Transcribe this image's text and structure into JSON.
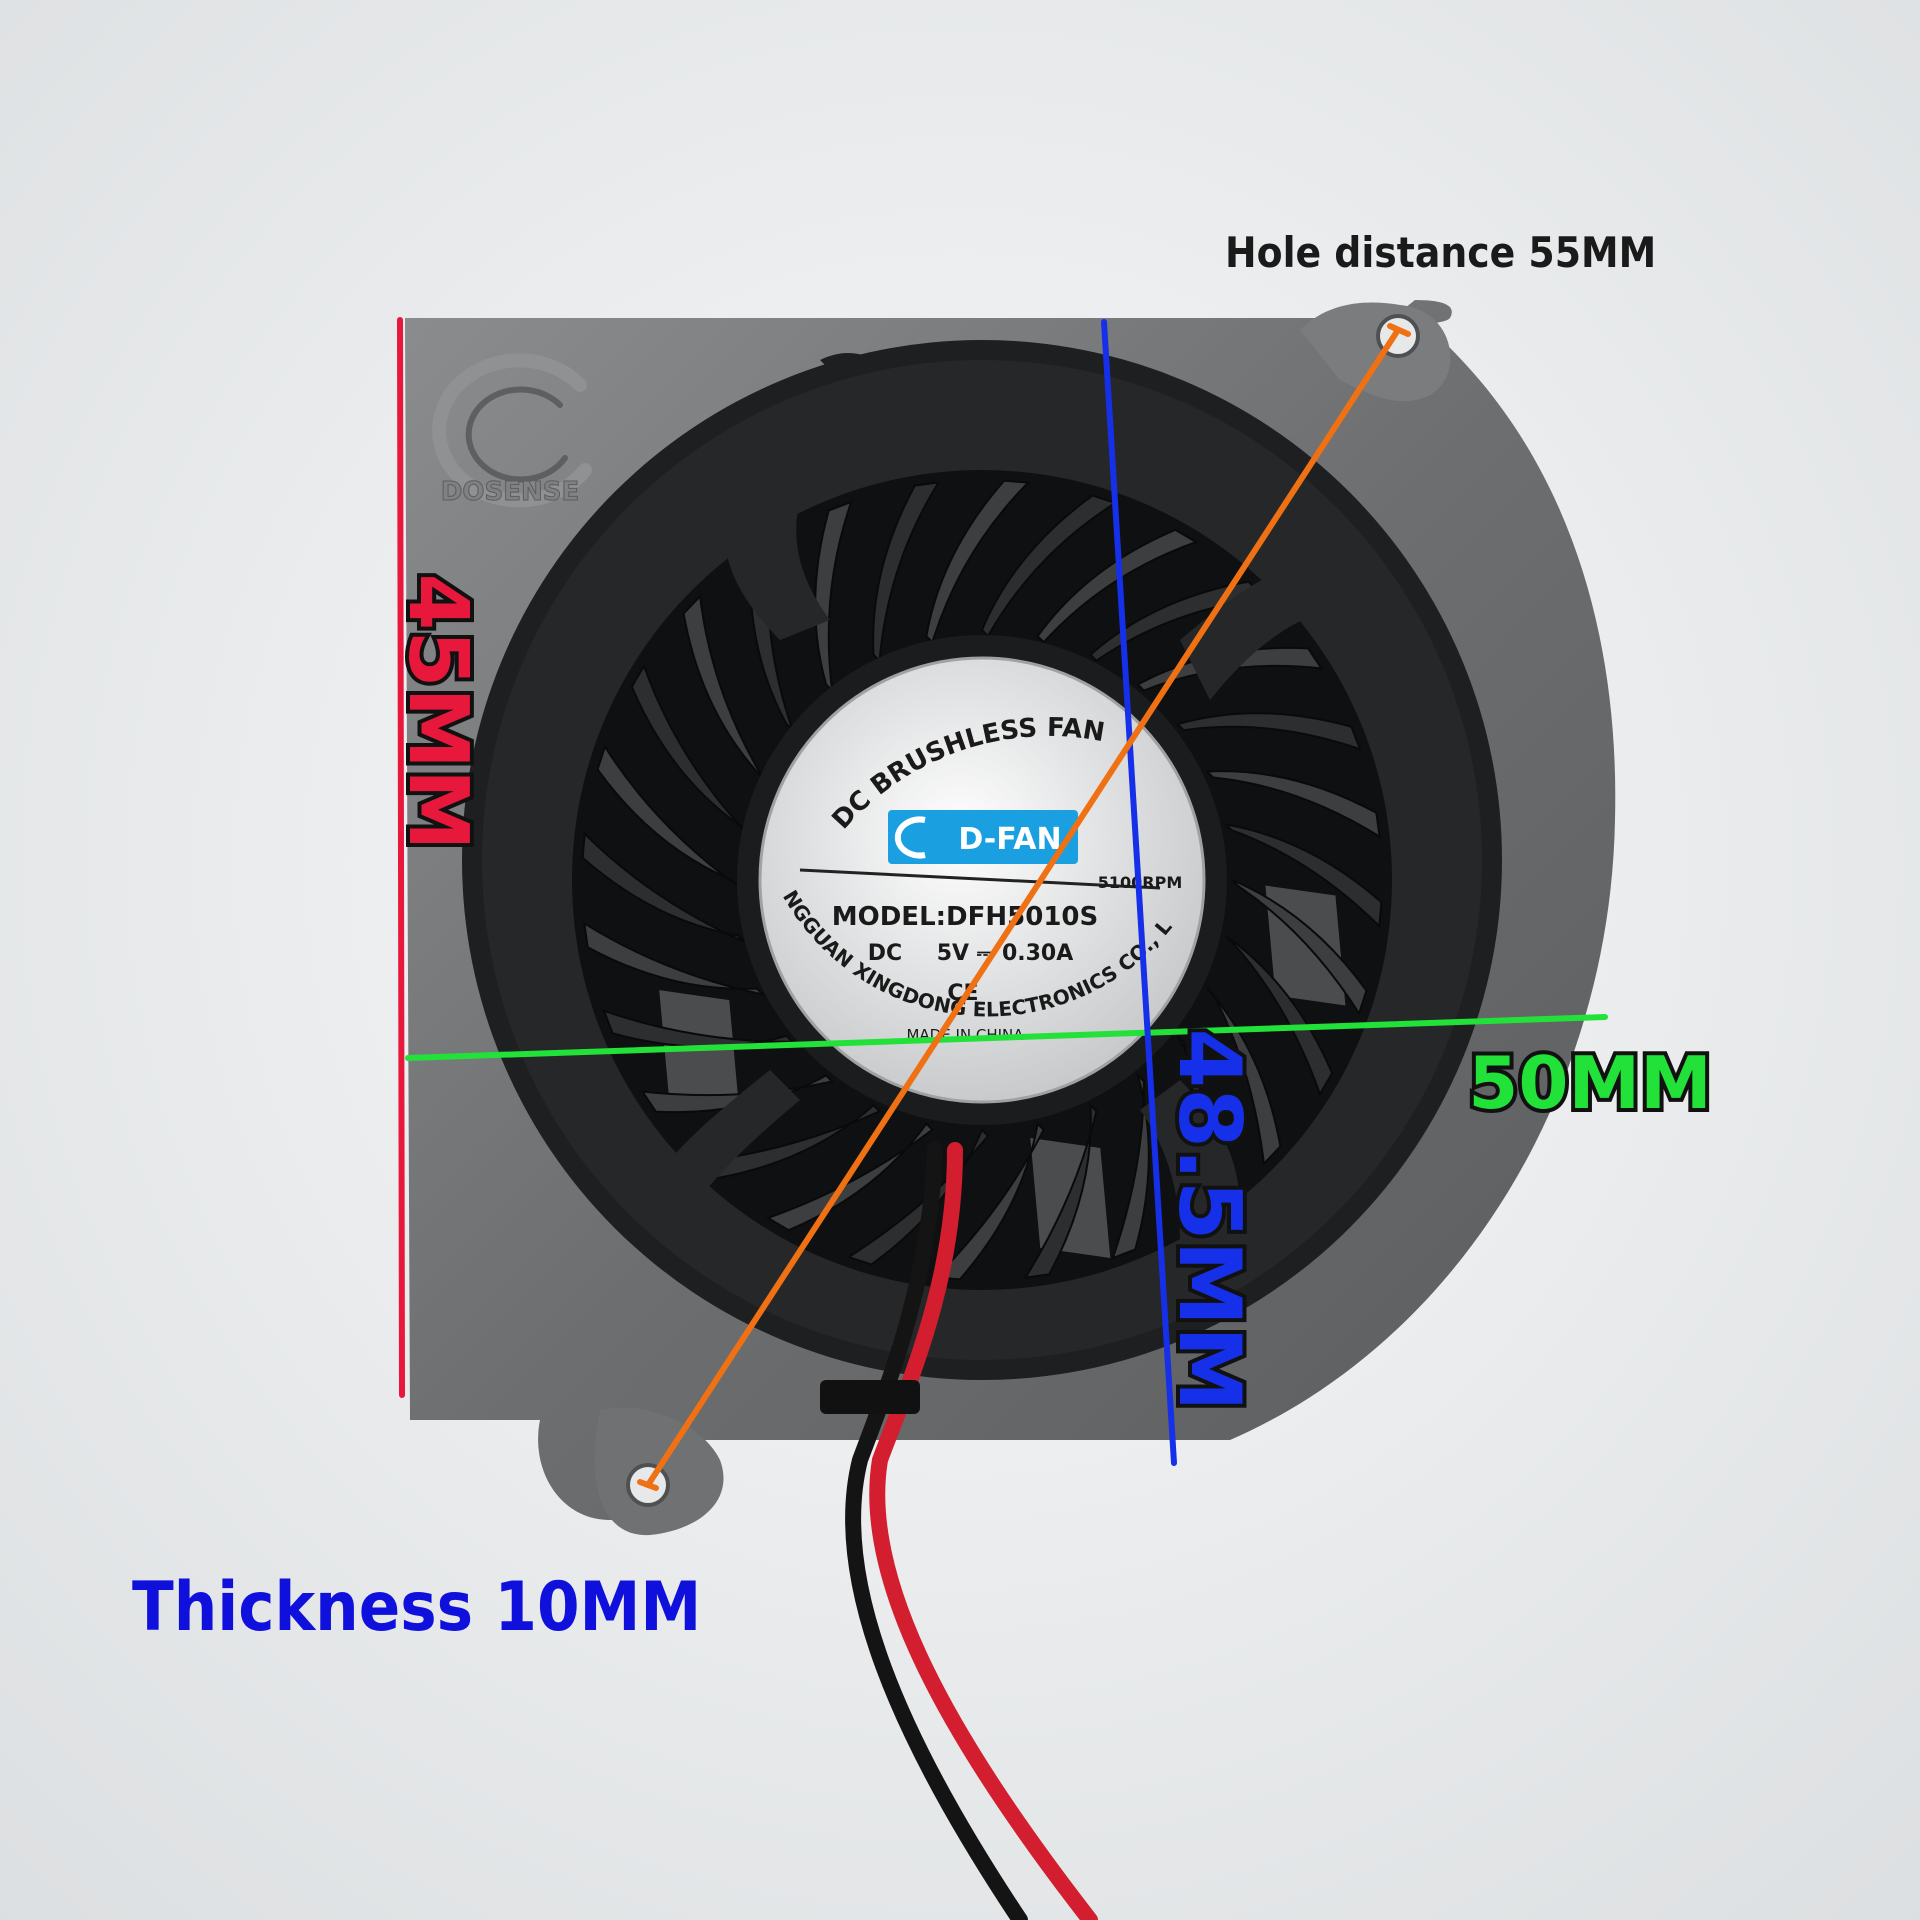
{
  "annotations": {
    "hole_distance": "Hole distance 55MM",
    "height": "45MM",
    "width": "50MM",
    "diameter": "48.5MM",
    "thickness": "Thickness 10MM"
  },
  "label": {
    "top_arc": "DC BRUSHLESS FAN",
    "logo": "D-FAN",
    "rpm": "5100RPM",
    "model": "MODEL:DFH5010S",
    "rating_dc": "DC",
    "rating_value": "5V ⎓ 0.30A",
    "ce": "CE",
    "made_in": "MADE IN CHINA",
    "bottom_arc": "DONGGUAN XINGDONG ELECTRONICS CO., LTD."
  },
  "housing_brand": "DOSENSE",
  "colors": {
    "height_line": "#e8173c",
    "width_line": "#22e23a",
    "diameter_line": "#1530e8",
    "hole_line": "#f07014",
    "wire_red": "#d21e2e",
    "wire_black": "#141414",
    "logo_blue": "#1aa0e0"
  }
}
